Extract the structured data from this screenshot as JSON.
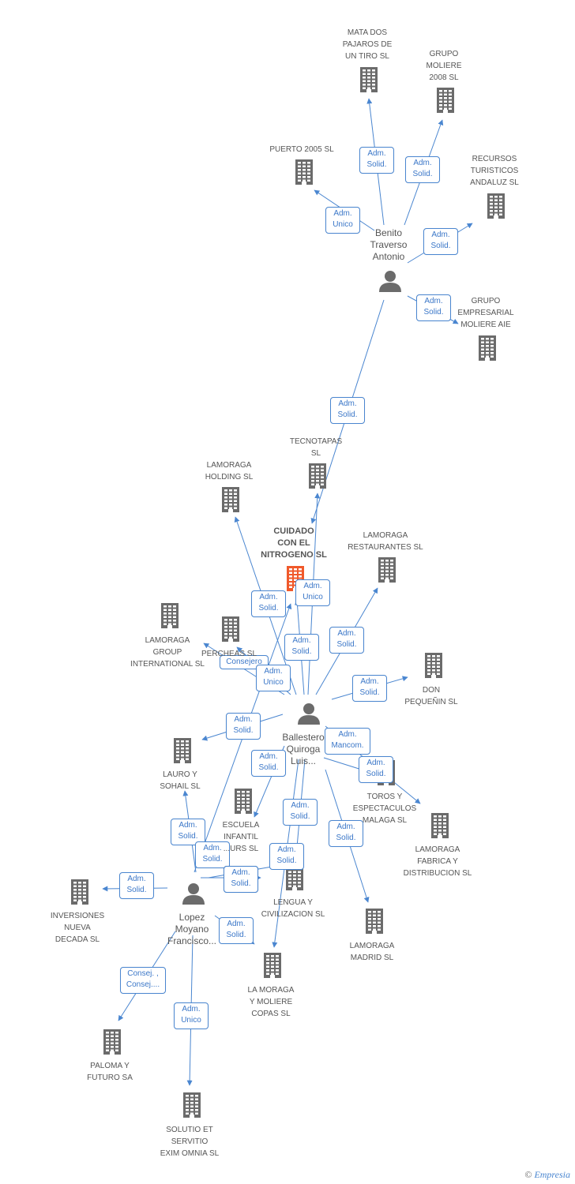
{
  "diagram": {
    "colors": {
      "building": "#6b6b6b",
      "main_building": "#f0592b",
      "person": "#6b6b6b",
      "edge": "#4a86d0",
      "edge_text": "#3b77c8"
    },
    "nodes": [
      {
        "id": "mata",
        "type": "company",
        "label": "MATA DOS\nPAJAROS DE\nUN TIRO SL"
      },
      {
        "id": "grupo2008",
        "type": "company",
        "label": "GRUPO\nMOLIERE\n2008 SL"
      },
      {
        "id": "puerto",
        "type": "company",
        "label": "PUERTO 2005 SL"
      },
      {
        "id": "recursos",
        "type": "company",
        "label": "RECURSOS\nTURISTICOS\nANDALUZ SL"
      },
      {
        "id": "benito",
        "type": "person",
        "label": "Benito\nTraverso\nAntonio"
      },
      {
        "id": "grupoaie",
        "type": "company",
        "label": "GRUPO\nEMPRESARIAL\nMOLIERE AIE"
      },
      {
        "id": "tecnotapas",
        "type": "company",
        "label": "TECNOTAPAS\nSL"
      },
      {
        "id": "holding",
        "type": "company",
        "label": "LAMORAGA\nHOLDING SL"
      },
      {
        "id": "main",
        "type": "main",
        "label": "CUIDADO\nCON EL\nNITROGENO SL"
      },
      {
        "id": "restaurantes",
        "type": "company",
        "label": "LAMORAGA\nRESTAURANTES SL"
      },
      {
        "id": "groupint",
        "type": "company",
        "label": "LAMORAGA\nGROUP\nINTERNATIONAL SL"
      },
      {
        "id": "percheas",
        "type": "company",
        "label": "PERCHEAS SL"
      },
      {
        "id": "don",
        "type": "company",
        "label": "DON\nPEQUEÑIN SL"
      },
      {
        "id": "ballestero",
        "type": "person",
        "label": "Ballestero\nQuiroga\nLuis..."
      },
      {
        "id": "lauro",
        "type": "company",
        "label": "LAURO Y\nSOHAIL SL"
      },
      {
        "id": "escuela",
        "type": "company",
        "label": "ESCUELA\nINFANTIL\n...URS SL"
      },
      {
        "id": "toros",
        "type": "company",
        "label": "TOROS Y\nESPECTACULOS\nMALAGA SL"
      },
      {
        "id": "fabrica",
        "type": "company",
        "label": "LAMORAGA\nFABRICA Y\nDISTRIBUCION SL"
      },
      {
        "id": "lengua",
        "type": "company",
        "label": "LENGUA Y\nCIVILIZACION SL"
      },
      {
        "id": "inversiones",
        "type": "company",
        "label": "INVERSIONES\nNUEVA\nDECADA SL"
      },
      {
        "id": "lopez",
        "type": "person",
        "label": "Lopez\nMoyano\nFrancisco..."
      },
      {
        "id": "madrid",
        "type": "company",
        "label": "LAMORAGA\nMADRID SL"
      },
      {
        "id": "copas",
        "type": "company",
        "label": "LA MORAGA\nY MOLIERE\nCOPAS SL"
      },
      {
        "id": "paloma",
        "type": "company",
        "label": "PALOMA Y\nFUTURO SA"
      },
      {
        "id": "solutio",
        "type": "company",
        "label": "SOLUTIO ET\nSERVITIO\nEXIM OMNIA SL"
      }
    ],
    "edges": [
      {
        "from": "benito",
        "to": "mata",
        "label": "Adm.\nSolid."
      },
      {
        "from": "benito",
        "to": "grupo2008",
        "label": "Adm.\nSolid."
      },
      {
        "from": "benito",
        "to": "puerto",
        "label": "Adm.\nUnico"
      },
      {
        "from": "benito",
        "to": "recursos",
        "label": "Adm.\nSolid."
      },
      {
        "from": "benito",
        "to": "grupoaie",
        "label": "Adm.\nSolid."
      },
      {
        "from": "benito",
        "to": "main",
        "label": "Adm.\nSolid."
      },
      {
        "from": "ballestero",
        "to": "tecnotapas",
        "label": "Adm.\nUnico"
      },
      {
        "from": "ballestero",
        "to": "holding",
        "label": "Adm.\nSolid."
      },
      {
        "from": "ballestero",
        "to": "main",
        "label": "Adm.\nSolid."
      },
      {
        "from": "ballestero",
        "to": "restaurantes",
        "label": "Adm.\nSolid."
      },
      {
        "from": "ballestero",
        "to": "percheas",
        "label": "Consejero"
      },
      {
        "from": "ballestero",
        "to": "percheas",
        "label": "Adm.\nUnico"
      },
      {
        "from": "ballestero",
        "to": "don",
        "label": "Adm.\nSolid."
      },
      {
        "from": "ballestero",
        "to": "lauro",
        "label": "Adm.\nSolid."
      },
      {
        "from": "ballestero",
        "to": "escuela",
        "label": "Adm.\nSolid."
      },
      {
        "from": "ballestero",
        "to": "toros",
        "label": "Adm.\nMancom."
      },
      {
        "from": "ballestero",
        "to": "fabrica",
        "label": "Adm.\nSolid."
      },
      {
        "from": "ballestero",
        "to": "lengua",
        "label": "Adm.\nSolid."
      },
      {
        "from": "ballestero",
        "to": "copas",
        "label": "Adm.\nSolid."
      },
      {
        "from": "ballestero",
        "to": "madrid",
        "label": "Adm.\nSolid."
      },
      {
        "from": "lopez",
        "to": "lauro",
        "label": "Adm.\nSolid."
      },
      {
        "from": "lopez",
        "to": "main",
        "label": "Adm.\nSolid."
      },
      {
        "from": "lopez",
        "to": "escuela",
        "label": "Adm.\nSolid."
      },
      {
        "from": "lopez",
        "to": "lengua",
        "label": "Adm.\nSolid."
      },
      {
        "from": "lopez",
        "to": "inversiones",
        "label": "Adm.\nSolid."
      },
      {
        "from": "lopez",
        "to": "copas",
        "label": "Adm.\nSolid."
      },
      {
        "from": "lopez",
        "to": "paloma",
        "label": "Consej. ,\nConsej...."
      },
      {
        "from": "lopez",
        "to": "solutio",
        "label": "Adm.\nUnico"
      }
    ]
  },
  "footer": {
    "copyright": "©",
    "brand": "Empresia"
  }
}
